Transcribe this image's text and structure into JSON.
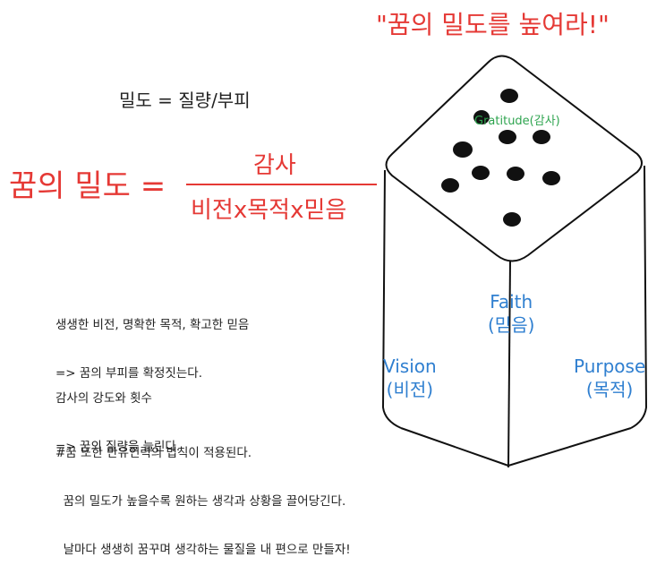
{
  "title": "\"꿈의 밀도를 높여라!\"",
  "density_formula": "밀도 =  질량/부피",
  "dream_formula": {
    "lhs": "꿈의 밀도 =",
    "numerator": "감사",
    "denominator": "비전x목적x믿음"
  },
  "notes": [
    {
      "line1": "생생한 비전, 명확한 목적, 확고한 믿음",
      "line2": "=> 꿈의 부피를 확정짓는다."
    },
    {
      "line1": "감사의 강도와 횟수",
      "line2": "=> 꿈의 질량을 늘린다."
    },
    {
      "line1": "#꿈 또한 만유인력의 법칙이 적용된다.",
      "line2": "  꿈의 밀도가 높을수록 원하는 생각과 상황을 끌어당긴다.",
      "line3": "  날마다 생생히 꿈꾸며 생각하는 물질을 내 편으로 만들자!"
    }
  ],
  "cube": {
    "top_label": "Gratitude(감사)",
    "faith": {
      "en": "Faith",
      "ko": "(믿음)"
    },
    "vision": {
      "en": "Vision",
      "ko": "(비전)"
    },
    "purpose": {
      "en": "Purpose",
      "ko": "(목적)"
    }
  },
  "colors": {
    "accent_red": "#e53935",
    "label_blue": "#2f7fd0",
    "label_green": "#2ea44f",
    "ink": "#222222"
  }
}
